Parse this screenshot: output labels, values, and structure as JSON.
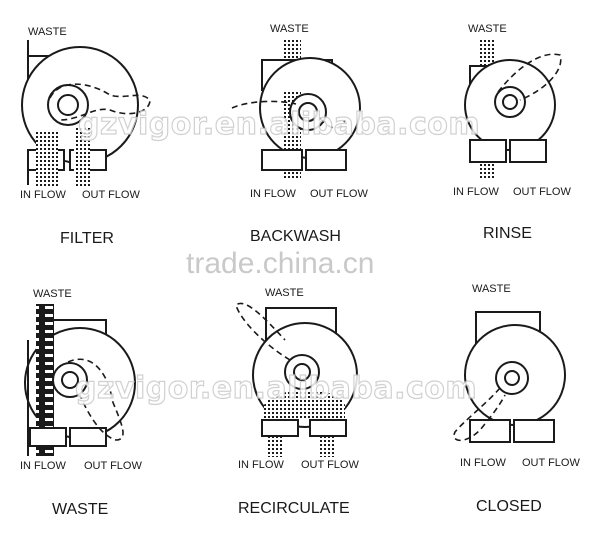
{
  "labels": {
    "waste": "WASTE",
    "in_flow": "IN FLOW",
    "out_flow": "OUT FLOW"
  },
  "modes": {
    "filter": "FILTER",
    "backwash": "BACKWASH",
    "rinse": "RINSE",
    "waste": "WASTE",
    "recirculate": "RECIRCULATE",
    "closed": "CLOSED"
  },
  "watermarks": {
    "top": "gzvigor.en.alibaba.com",
    "middle": "trade.china.cn",
    "bottom": "gzvigor.en.alibaba.com"
  }
}
